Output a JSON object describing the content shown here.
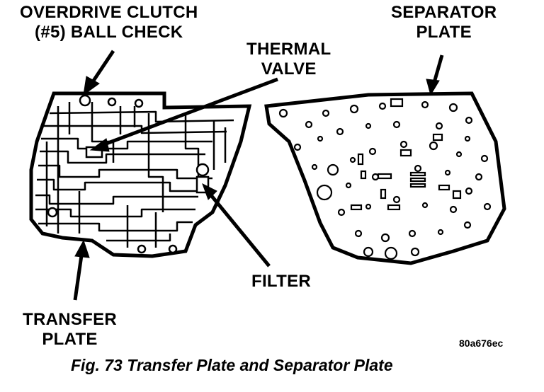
{
  "labels": {
    "overdrive_line1": "OVERDRIVE CLUTCH",
    "overdrive_line2": "(#5) BALL CHECK",
    "separator_line1": "SEPARATOR",
    "separator_line2": "PLATE",
    "thermal_line1": "THERMAL",
    "thermal_line2": "VALVE",
    "filter": "FILTER",
    "transfer_line1": "TRANSFER",
    "transfer_line2": "PLATE"
  },
  "figure_code": "80a676ec",
  "caption": "Fig. 73 Transfer Plate and Separator Plate"
}
